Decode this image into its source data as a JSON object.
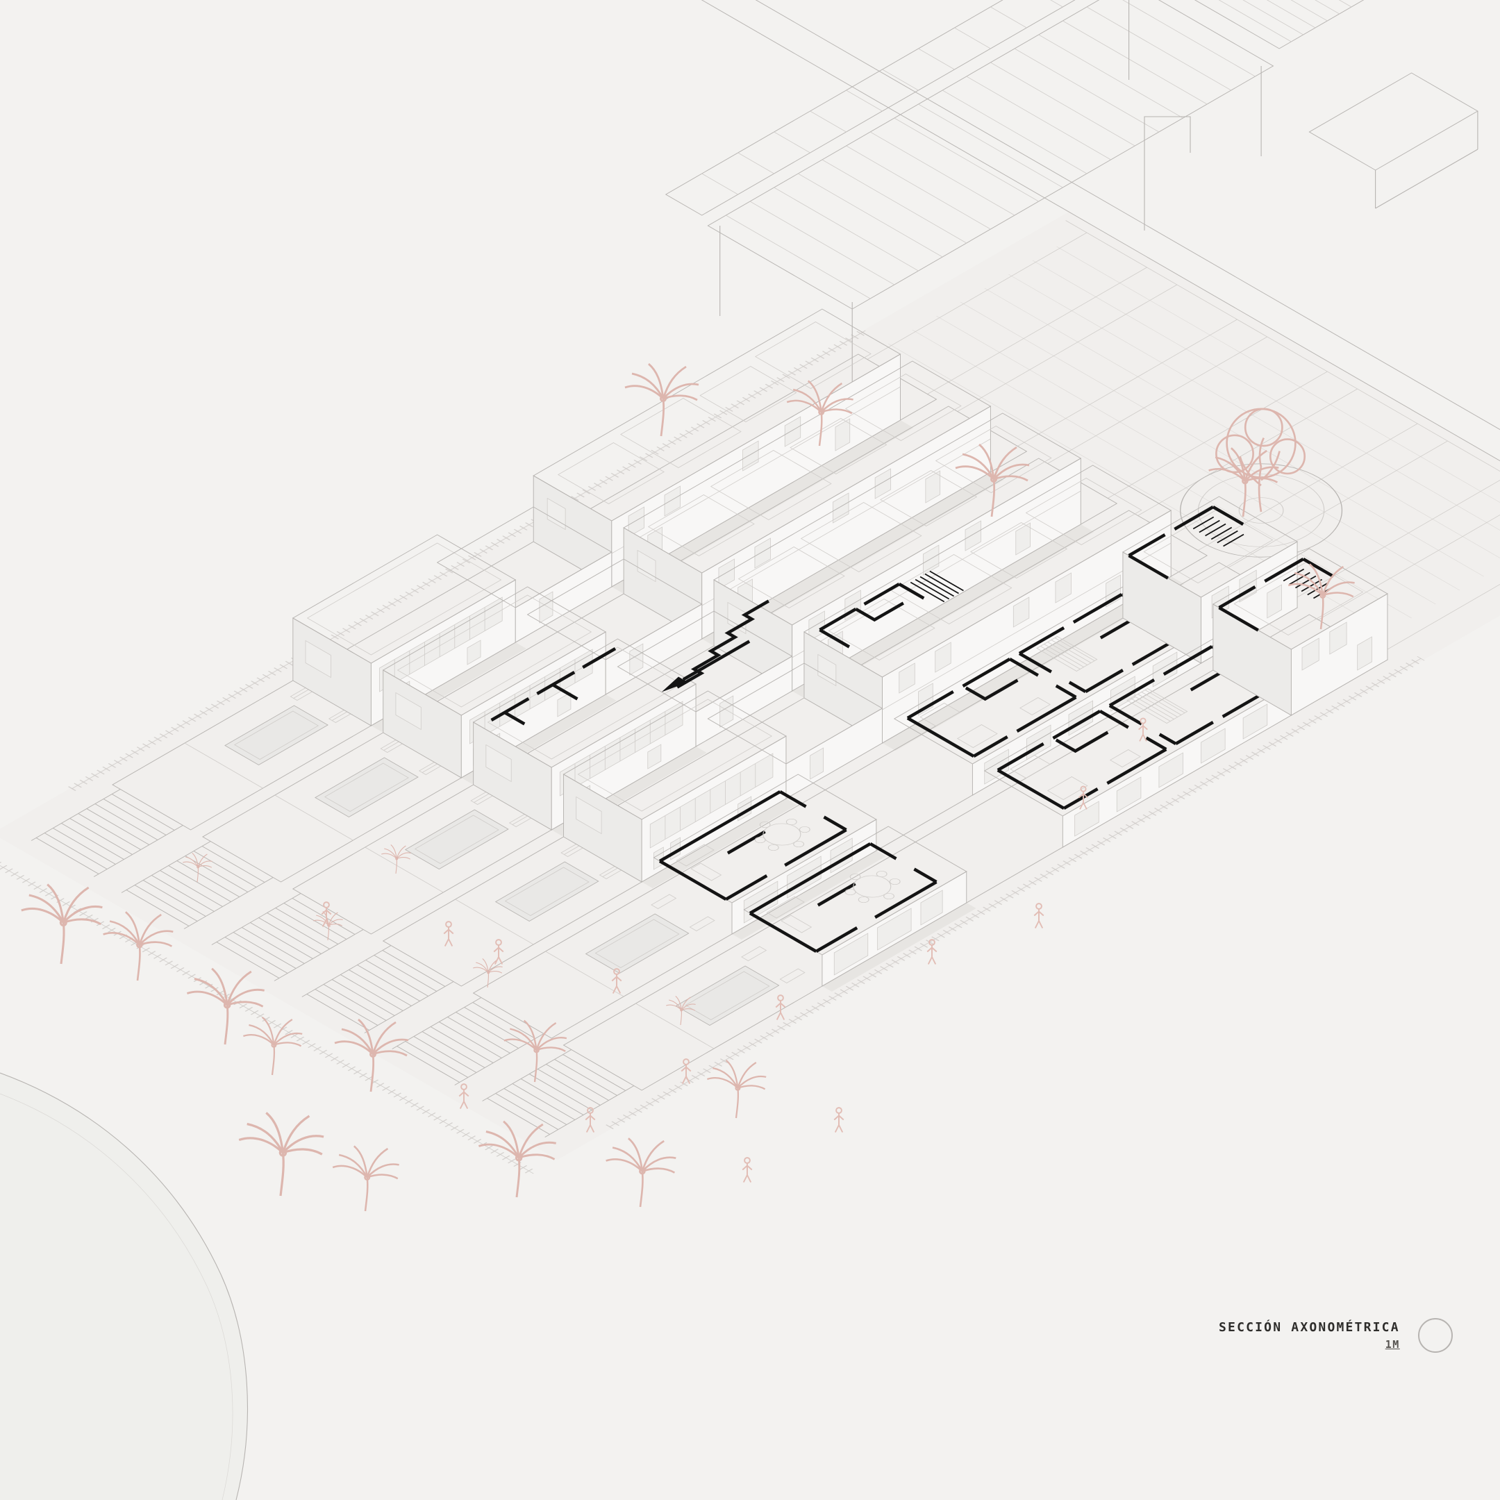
{
  "title_block": {
    "title": "SECCIÓN AXONOMÉTRICA",
    "scale": "1M"
  },
  "drawing": {
    "view": "axonometric-section",
    "rows_of_houses": 6,
    "section_cut_rows": [
      3,
      4,
      5,
      6
    ],
    "features": [
      "two-storey row houses",
      "roof terraces with skylight wells",
      "terraces with plunge pools",
      "sun loungers",
      "stairs down to the beach",
      "palm trees",
      "human figures",
      "circular tree planter",
      "paved plaza walkways",
      "pergola and carport roofs",
      "boundary fences",
      "beach shoreline"
    ]
  },
  "palette": {
    "background": "#f3f2f0",
    "ground": "#eeedeb",
    "line": "#b7b4b1",
    "line2": "#cfccc9",
    "face": "#f8f7f6",
    "facedark": "#ecebe9",
    "win": "#efeeec",
    "shade": "#e3e1de",
    "pool": "#e9e8e6",
    "cut": "#141414",
    "veg": "#ddb6ae",
    "fig": "#e2bdb5",
    "fence": "#c9c6c3",
    "ink": "#2e2d2b",
    "muted": "#55524f"
  }
}
